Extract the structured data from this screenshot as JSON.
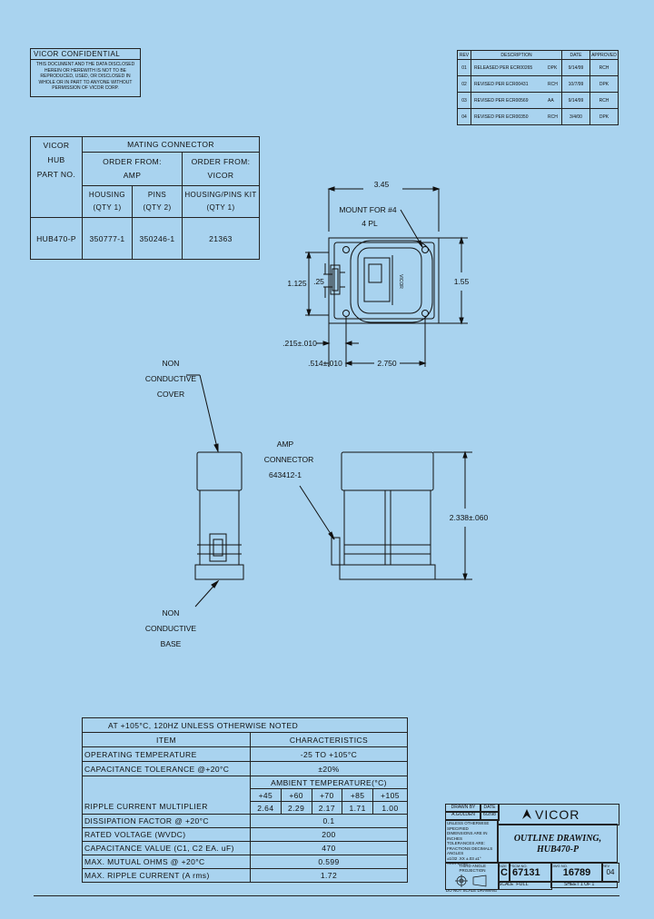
{
  "confidential": {
    "title": "VICOR    CONFIDENTIAL",
    "notice": "THIS DOCUMENT AND THE DATA DISCLOSED HEREIN OR HEREWITH IS NOT TO BE REPRODUCED, USED, OR DISCLOSED IN WHOLE OR IN PART TO ANYONE WITHOUT PERMISSION OF VICOR CORP."
  },
  "revisions": {
    "headers": [
      "REV",
      "DESCRIPTION",
      "",
      "DATE",
      "APPROVED"
    ],
    "rows": [
      [
        "01",
        "RELEASED PER ECR00265",
        "DPK",
        "9/14/99",
        "RCH"
      ],
      [
        "02",
        "REVISED PER ECR00431",
        "RCH",
        "10/7/99",
        "DPK"
      ],
      [
        "03",
        "REVISED PER ECR00569",
        "AA",
        "9/14/99",
        "RCH"
      ],
      [
        "04",
        "REVISED PER ECR00350",
        "RCH",
        "3/4/00",
        "DPK"
      ]
    ]
  },
  "mating": {
    "col1_lines": [
      "VICOR",
      "HUB",
      "PART NO."
    ],
    "header": "MATING CONNECTOR",
    "amp_header": [
      "ORDER FROM:",
      "AMP"
    ],
    "vicor_header": [
      "ORDER FROM:",
      "VICOR"
    ],
    "housing": [
      "HOUSING",
      "(QTY 1)"
    ],
    "pins": [
      "PINS",
      "(QTY 2)"
    ],
    "kit": [
      "HOUSING/PINS KIT",
      "(QTY 1)"
    ],
    "row": [
      "HUB470-P",
      "350777-1",
      "350246-1",
      "21363"
    ]
  },
  "drawing": {
    "dim_width": "3.45",
    "mount_label": "MOUNT FOR #4",
    "mount_qty": "4 PL",
    "dim_1125": "1.125",
    "dim_25": ".25",
    "dim_155": "1.55",
    "dim_215": ".215±.010",
    "dim_514": ".514±.010",
    "dim_2750": "2.750",
    "nc_cover": [
      "NON",
      "CONDUCTIVE",
      "COVER"
    ],
    "amp_conn": [
      "AMP",
      "CONNECTOR",
      "643412-1"
    ],
    "dim_height": "2.338±.060",
    "nc_base": [
      "NON",
      "CONDUCTIVE",
      "BASE"
    ],
    "part_mark": "VICOR"
  },
  "specs": {
    "header": "AT +105°C, 120HZ UNLESS OTHERWISE NOTED",
    "item_header": "ITEM",
    "char_header": "CHARACTERISTICS",
    "rows": [
      [
        "OPERATING TEMPERATURE",
        "-25 TO +105°C"
      ],
      [
        "CAPACITANCE TOLERANCE @+20°C",
        "±20%"
      ]
    ],
    "ambient_header": "AMBIENT TEMPERATURE(°C)",
    "temps": [
      "+45",
      "+60",
      "+70",
      "+85",
      "+105"
    ],
    "ripple_label": "RIPPLE CURRENT MULTIPLIER",
    "multipliers": [
      "2.64",
      "2.29",
      "2.17",
      "1.71",
      "1.00"
    ],
    "rows2": [
      [
        "DISSIPATION FACTOR @ +20°C",
        "0.1"
      ],
      [
        "RATED VOLTAGE (WVDC)",
        "200"
      ],
      [
        "CAPACITANCE VALUE (C1, C2 EA. uF)",
        "470"
      ],
      [
        "MAX. MUTUAL OHMS @ +20°C",
        "0.599"
      ],
      [
        "MAX. RIPPLE CURRENT (A rms)",
        "1.72"
      ]
    ]
  },
  "titleblock": {
    "drawn": "DRAWN BY",
    "date": "DATE",
    "drawn_val": "A.GOLDEN",
    "date_val": "6/2/98",
    "notes": [
      "UNLESS OTHERWISE SPECIFIED",
      "DIMENSIONS ARE IN INCHES",
      "TOLERANCES ARE:",
      "FRACTIONS  DECIMALS  ANGLES",
      "±1/32   .XX ±.03   ±1°",
      "        .XXX ±.010"
    ],
    "projection": "THIRD ANGLE PROJECTION",
    "no_scale": "DO NOT SCALE DRAWING",
    "logo": "VICOR",
    "title1": "OUTLINE DRAWING,",
    "title2": "HUB470-P",
    "size_label": "SIZE",
    "fscm_label": "FSCM NO.",
    "dwg_label": "DWG NO.",
    "rev_label": "REV",
    "size": "C",
    "fscm": "67131",
    "dwg": "16789",
    "rev": "04",
    "scale_label": "SCALE",
    "scale": "FULL",
    "sheet": "SHEET 1 OF 1"
  }
}
